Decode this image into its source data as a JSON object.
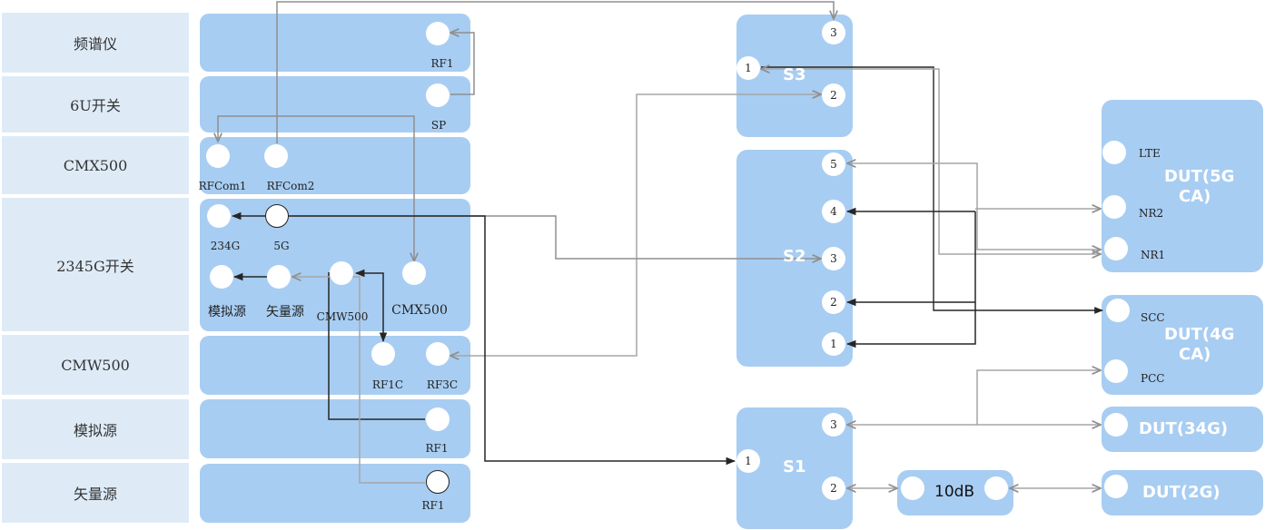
{
  "rows": [
    {
      "label": "频谱仪"
    },
    {
      "label": "6U开关"
    },
    {
      "label": "CMX500"
    },
    {
      "label": "2345G开关"
    },
    {
      "label": "CMW500"
    },
    {
      "label": "模拟源"
    },
    {
      "label": "矢量源"
    }
  ],
  "ports": {
    "spec_rf1": "RF1",
    "sixu_sp": "SP",
    "cmx_rfcom1": "RFCom1",
    "cmx_rfcom2": "RFCom2",
    "sw_234g": "234G",
    "sw_5g": "5G",
    "sw_analog": "模拟源",
    "sw_vector": "矢量源",
    "sw_cmw500": "CMW500",
    "sw_cmx500": "CMX500",
    "cmw_rf1c": "RF1C",
    "cmw_rf3c": "RF3C",
    "analog_rf1": "RF1",
    "vector_rf1": "RF1"
  },
  "s3": {
    "title": "S3",
    "ports": [
      "3",
      "1",
      "2"
    ]
  },
  "s2": {
    "title": "S2",
    "ports": [
      "5",
      "4",
      "3",
      "2",
      "1"
    ]
  },
  "s1": {
    "title": "S1",
    "ports": [
      "3",
      "1",
      "2"
    ]
  },
  "attenuator": {
    "label": "10dB"
  },
  "dut5g": {
    "title_line1": "DUT(5G",
    "title_line2": "CA)",
    "ports": [
      "LTE",
      "NR2",
      "NR1"
    ]
  },
  "dut4g": {
    "title_line1": "DUT(4G",
    "title_line2": "CA)",
    "ports": [
      "SCC",
      "PCC"
    ]
  },
  "dut34g": {
    "title": "DUT(34G)"
  },
  "dut2g": {
    "title": "DUT(2G)"
  },
  "colors": {
    "panel": "#a8cdf2",
    "label_bg": "#deebf7",
    "wire_gray": "#a6a6a6",
    "wire_dark": "#262626"
  }
}
